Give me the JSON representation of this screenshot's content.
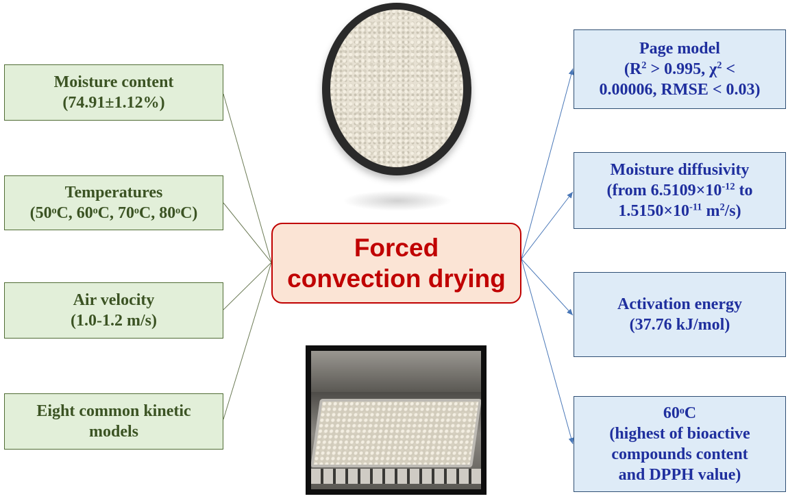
{
  "center": {
    "line1": "Forced",
    "line2": "convection drying"
  },
  "inputs": [
    {
      "l1": "Moisture content",
      "l2": "(74.91±1.12%)"
    },
    {
      "l1": "Temperatures",
      "l2": "(50ᵒC, 60ᵒC, 70ᵒC, 80ᵒC)"
    },
    {
      "l1": "Air velocity",
      "l2": "(1.0-1.2 m/s)"
    },
    {
      "l1": "Eight common kinetic",
      "l2": "models"
    }
  ],
  "outputs": [
    {
      "l1": "Page model",
      "l2a": "(R",
      "l2sup": "2",
      "l2b": " > 0.995, χ",
      "l2sup2": "2",
      "l2c": " <",
      "l3": "0.00006, RMSE < 0.03)"
    },
    {
      "l1": "Moisture diffusivity",
      "l2a": "(from 6.5109×10",
      "l2sup": "-12",
      "l2b": " to",
      "l3a": "1.5150×10",
      "l3sup": "-11",
      "l3b": " m",
      "l3sup2": "2",
      "l3c": "/s)"
    },
    {
      "l1": "Activation energy",
      "l2": "(37.76 kJ/mol)"
    },
    {
      "l1": "60ᵒC",
      "l2": "(highest of bioactive",
      "l3": "compounds content",
      "l4": "and DPPH value)"
    }
  ],
  "colors": {
    "input_fill": "#e2efd9",
    "input_text": "#3b5323",
    "output_fill": "#deebf7",
    "output_text": "#1f2f9e",
    "center_fill": "#fbe4d5",
    "center_text": "#c00000",
    "arrow": "#4a78b8"
  }
}
